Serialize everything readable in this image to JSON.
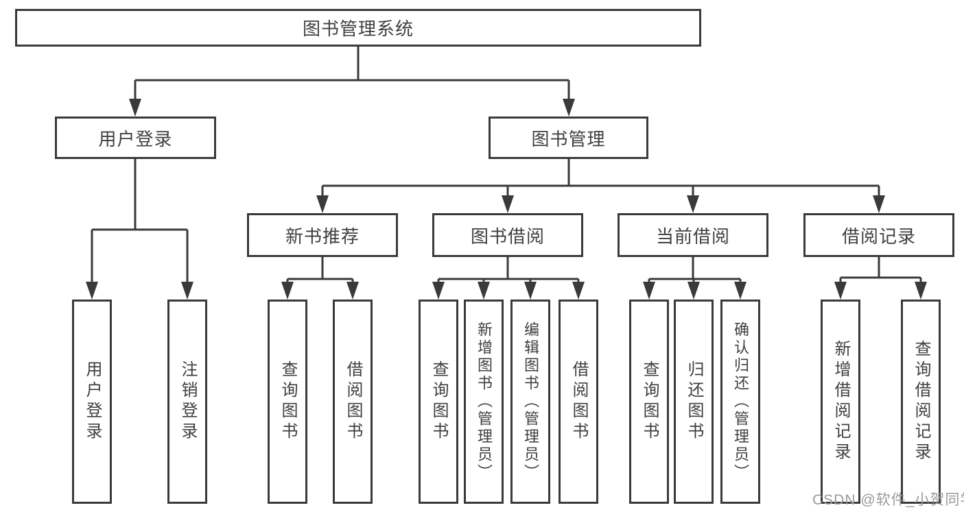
{
  "diagram": {
    "root": "图书管理系统",
    "level2": [
      "用户登录",
      "图书管理"
    ],
    "level3": [
      "新书推荐",
      "图书借阅",
      "当前借阅",
      "借阅记录"
    ],
    "leaves_user_login": [
      "用户登录",
      "注销登录"
    ],
    "leaves_new_books": [
      "查询图书",
      "借阅图书"
    ],
    "leaves_book_borrow": [
      "查询图书",
      "新增图书（管理员）",
      "编辑图书（管理员）",
      "借阅图书"
    ],
    "leaves_current_borrow": [
      "查询图书",
      "归还图书",
      "确认归还（管理员）"
    ],
    "leaves_borrow_records": [
      "新增借阅记录",
      "查询借阅记录"
    ]
  },
  "watermark": "CSDN @软件_小贺同学",
  "colors": {
    "line": "#3a3a3a",
    "text": "#3f3f3f",
    "watermark": "#9a9a9a",
    "background": "#ffffff"
  }
}
